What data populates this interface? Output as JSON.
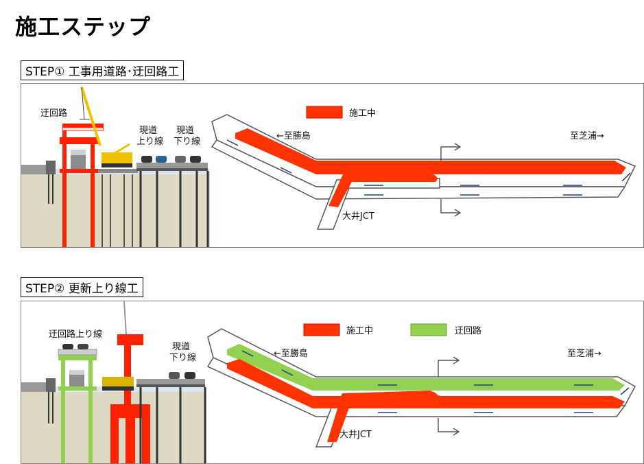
{
  "page_title": "施工ステップ",
  "colors": {
    "construction": "#ff3300",
    "detour": "#92d050",
    "road_outline": "#555555",
    "arrow": "#1f3a7a",
    "ground": "#ddd9c4",
    "water": "#dbe6f1"
  },
  "steps": [
    {
      "label": "STEP① 工事用道路･迂回路工",
      "section": {
        "detour": "迂回路",
        "current_up": "現道\n上り線",
        "current_down": "現道\n下り線"
      },
      "plan": {
        "legend": [
          {
            "text": "施工中",
            "color_key": "construction"
          }
        ],
        "left_direction": "←至勝島",
        "right_direction": "至芝浦→",
        "junction": "大井JCT"
      }
    },
    {
      "label": "STEP② 更新上り線工",
      "section": {
        "detour_up": "迂回路上り線",
        "current_down": "現道\n下り線"
      },
      "plan": {
        "legend": [
          {
            "text": "施工中",
            "color_key": "construction"
          },
          {
            "text": "迂回路",
            "color_key": "detour"
          }
        ],
        "left_direction": "←至勝島",
        "right_direction": "至芝浦→",
        "junction": "大井JCT"
      }
    }
  ]
}
